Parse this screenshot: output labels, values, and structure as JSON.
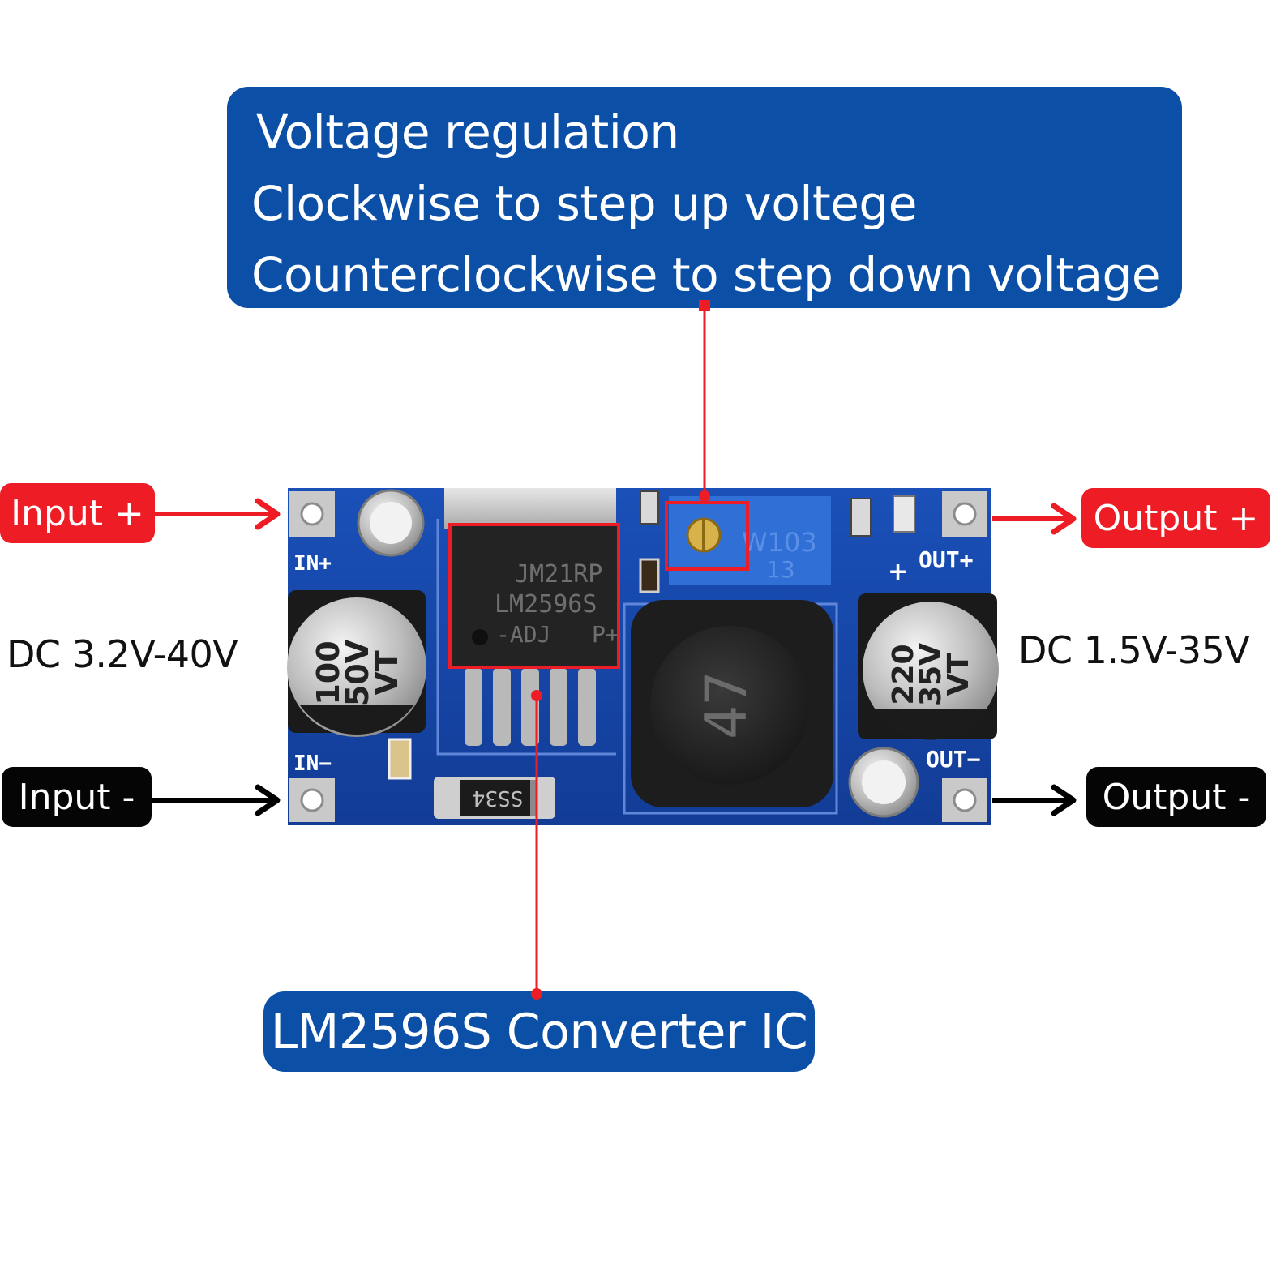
{
  "callouts": {
    "regulation": {
      "lines": [
        "Voltage regulation",
        "Clockwise to step up voltege",
        "Counterclockwise to step down voltage"
      ]
    },
    "ic": {
      "label": "LM2596S Converter IC"
    }
  },
  "terminals": {
    "input_plus": "Input +",
    "input_minus": "Input -",
    "output_plus": "Output +",
    "output_minus": "Output -"
  },
  "ranges": {
    "input": "DC 3.2V-40V",
    "output": "DC 1.5V-35V"
  },
  "board": {
    "silk_in_plus": "IN+",
    "silk_in_minus": "IN−",
    "silk_out_plus": "OUT+",
    "silk_out_minus": "OUT−",
    "silk_plus": "+",
    "chip_lines": [
      "JM21RP",
      "LM2596S",
      "-ADJ   P+"
    ],
    "cap_in_lines": [
      "100",
      "50V",
      "VT"
    ],
    "cap_out_lines": [
      "220",
      "35V",
      "VT"
    ],
    "pot_lines": [
      "W103",
      "13"
    ],
    "inductor_label": "47",
    "diode_label": "SS34"
  },
  "colors": {
    "callout_blue": "#0b4fa6",
    "pcb_blue": "#1446a8",
    "arrow_red": "#ee1c25",
    "arrow_black": "#000000"
  }
}
